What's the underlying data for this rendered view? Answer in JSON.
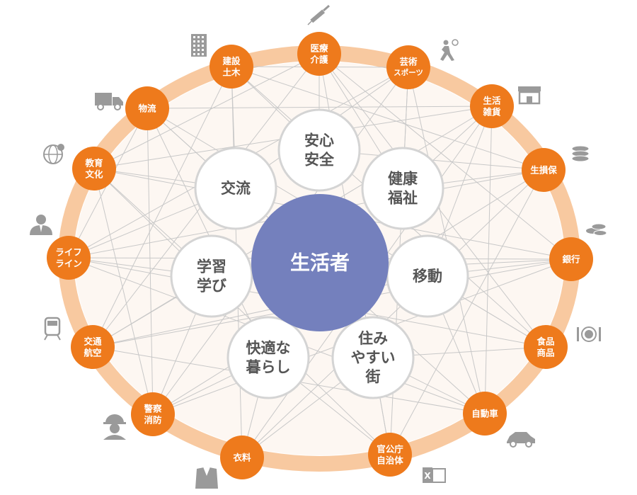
{
  "center": {
    "label": "生活者",
    "color": "#7480bd"
  },
  "colors": {
    "orange": "#ee7a1c",
    "ring": "#f8c9a0",
    "ring_fill": "#fdf7f2",
    "line": "#c8c8c8",
    "icon": "#9a9a9a",
    "theme_border": "#d4d4d4",
    "theme_text": "#555555"
  },
  "themes": [
    {
      "id": "anshin",
      "lines": [
        "安心",
        "安全"
      ]
    },
    {
      "id": "kenko",
      "lines": [
        "健康",
        "福祉"
      ]
    },
    {
      "id": "ido",
      "lines": [
        "移動"
      ]
    },
    {
      "id": "sumi",
      "lines": [
        "住み",
        "やすい",
        "街"
      ]
    },
    {
      "id": "kaiteki",
      "lines": [
        "快適な",
        "暮らし"
      ]
    },
    {
      "id": "gakushu",
      "lines": [
        "学習",
        "学び"
      ]
    },
    {
      "id": "koryu",
      "lines": [
        "交流"
      ]
    }
  ],
  "industries": [
    {
      "id": "iryo",
      "lines": [
        "医療",
        "介護"
      ],
      "icon": "syringe-icon"
    },
    {
      "id": "geijutsu",
      "lines": [
        "芸術",
        "スポーツ"
      ],
      "icon": "tennis-player-icon"
    },
    {
      "id": "seikatsu",
      "lines": [
        "生活",
        "雑貨"
      ],
      "icon": "storefront-icon"
    },
    {
      "id": "seisonpo",
      "lines": [
        "生損保"
      ],
      "icon": "database-stack-icon"
    },
    {
      "id": "ginko",
      "lines": [
        "銀行"
      ],
      "icon": "coins-icon"
    },
    {
      "id": "shokuhin",
      "lines": [
        "食品",
        "商品"
      ],
      "icon": "plate-cutlery-icon"
    },
    {
      "id": "jidosha",
      "lines": [
        "自動車"
      ],
      "icon": "car-icon"
    },
    {
      "id": "kankocho",
      "lines": [
        "官公庁",
        "自治体"
      ],
      "icon": "excel-doc-icon"
    },
    {
      "id": "iryo2",
      "lines": [
        "衣料"
      ],
      "icon": "jacket-icon"
    },
    {
      "id": "keisatsu",
      "lines": [
        "警察",
        "消防"
      ],
      "icon": "worker-helmet-icon"
    },
    {
      "id": "kotsu",
      "lines": [
        "交通",
        "航空"
      ],
      "icon": "train-icon"
    },
    {
      "id": "lifeline",
      "lines": [
        "ライフ",
        "ライン"
      ],
      "icon": "person-suit-icon"
    },
    {
      "id": "kyoiku",
      "lines": [
        "教育",
        "文化"
      ],
      "icon": "globe-pin-icon"
    },
    {
      "id": "butsuryu",
      "lines": [
        "物流"
      ],
      "icon": "truck-icon"
    },
    {
      "id": "kensetsu",
      "lines": [
        "建設",
        "土木"
      ],
      "icon": "building-icon"
    }
  ]
}
